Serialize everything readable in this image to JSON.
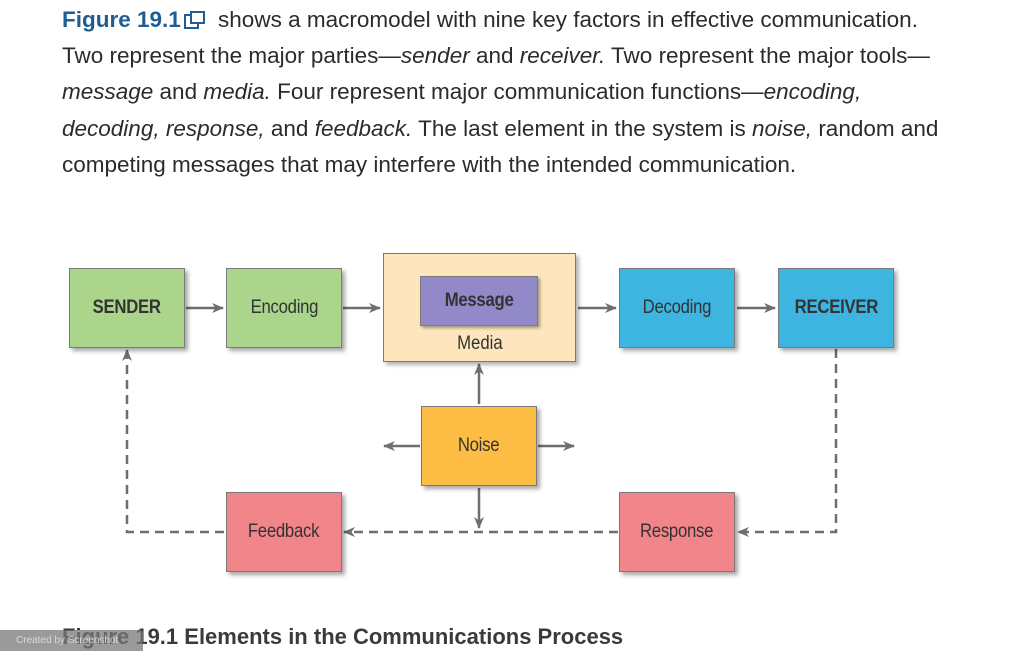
{
  "paragraph": {
    "figure_ref": "Figure 19.1",
    "t1": " shows a macromodel with nine key factors in effective communication. Two represent the major parties—",
    "sender": "sender",
    "t2": " and ",
    "receiver": "receiver.",
    "t3": " Two represent the major tools—",
    "message": "message",
    "t4": " and ",
    "media": "media.",
    "t5": " Four represent major communication functions—",
    "functions": "encoding, decoding, response,",
    "t6": " and ",
    "feedback": "feedback.",
    "t7": " The last element in the system is ",
    "noise": "noise,",
    "t8": " random and competing messages that may interfere with the intended communication."
  },
  "diagram": {
    "sender": "SENDER",
    "encoding": "Encoding",
    "message": "Message",
    "media": "Media",
    "decoding": "Decoding",
    "receiver": "RECEIVER",
    "noise": "Noise",
    "feedback": "Feedback",
    "response": "Response"
  },
  "caption": "Figure 19.1 Elements in the Communications Process",
  "watermark": "Created by Screenshot",
  "colors": {
    "party": "#aad58a",
    "decode": "#3db5e0",
    "reply": "#f2858a",
    "noise": "#fdbd44",
    "media": "#fde6bd",
    "message": "#9189c8",
    "link": "#1f5d93"
  }
}
